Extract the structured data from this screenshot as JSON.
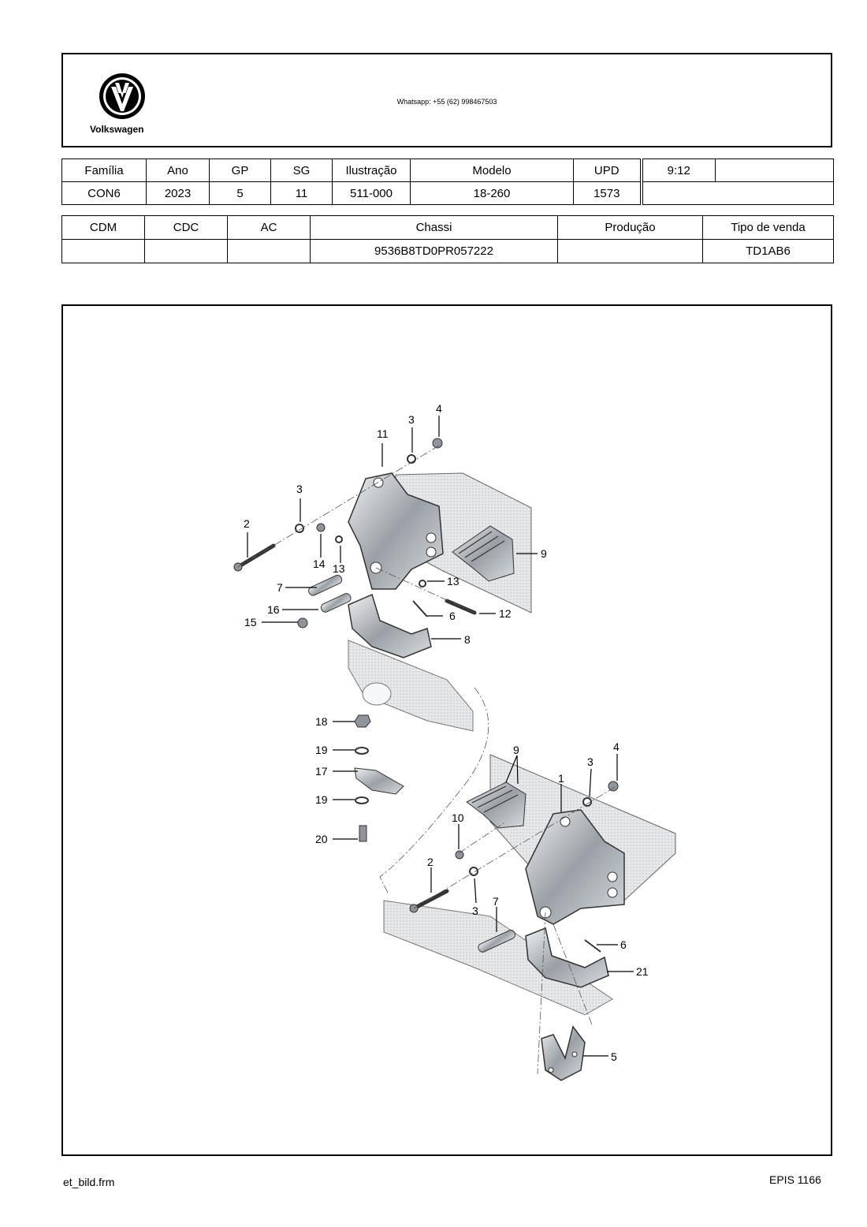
{
  "header": {
    "brand": "Volkswagen",
    "contact": "Whatsapp: +55 (62) 998467503"
  },
  "table1": {
    "headers": [
      "Família",
      "Ano",
      "GP",
      "SG",
      "Ilustração",
      "Modelo",
      "UPD",
      "9:12"
    ],
    "values": [
      "CON6",
      "2023",
      "5",
      "11",
      "511-000",
      "18-260",
      "1573"
    ]
  },
  "table2": {
    "headers": [
      "CDM",
      "CDC",
      "AC",
      "Chassi",
      "Produção",
      "Tipo de venda"
    ],
    "values": [
      "",
      "",
      "",
      "9536B8TD0PR057222",
      "",
      "TD1AB6"
    ]
  },
  "diagram": {
    "callouts": [
      "1",
      "2",
      "3",
      "4",
      "5",
      "6",
      "7",
      "8",
      "9",
      "10",
      "11",
      "12",
      "13",
      "14",
      "15",
      "16",
      "17",
      "18",
      "19",
      "20",
      "21"
    ]
  },
  "footer": {
    "left": "et_bild.frm",
    "right": "EPIS 1166"
  }
}
